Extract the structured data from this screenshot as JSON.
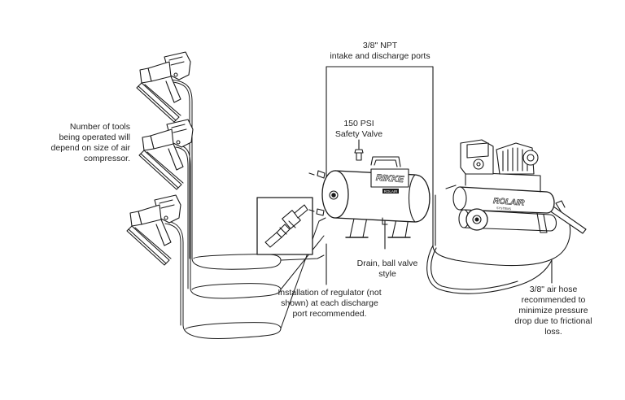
{
  "labels": {
    "npt": [
      "3/8\" NPT",
      "intake and discharge ports"
    ],
    "valve": [
      "150 PSI",
      "Safety Valve"
    ],
    "tools": [
      "Number of tools",
      "being operated will",
      "depend on size of air",
      "compressor."
    ],
    "drain": [
      "Drain, ball valve",
      "style"
    ],
    "regulator": [
      "Installation of regulator (not",
      "shown) at each discharge",
      "port recommended."
    ],
    "hose": [
      "3/8\" air hose",
      "recommended to",
      "minimize pressure",
      "drop due to frictional",
      "loss."
    ]
  },
  "logos": {
    "tank_brand": "RIKKE",
    "tank_sub": "ROLAIR",
    "compressor_brand": "ROLAIR",
    "compressor_sub": "SYSTEMS"
  }
}
